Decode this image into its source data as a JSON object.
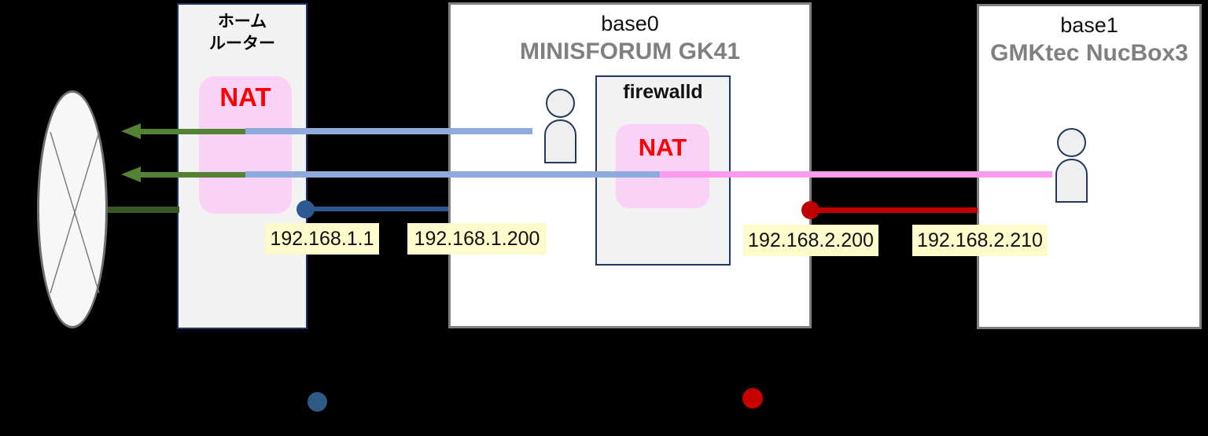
{
  "colors": {
    "background": "#000000",
    "box_border_navy": "#1F3864",
    "box_border_gray": "#808080",
    "box_fill_gray": "#F2F2F2",
    "box_fill_white": "#FFFFFF",
    "nat_fill_pink": "#FBD2F7",
    "nat_text_red": "#FF0000",
    "model_text_gray": "#808080",
    "arrow_green": "#548235",
    "line_dark_green": "#385723",
    "line_light_blue": "#8FAADC",
    "line_dark_blue": "#2E5A94",
    "line_pink": "#FB9BF0",
    "line_red": "#C00000",
    "label_yellow": "#FDFACB"
  },
  "home_router": {
    "title_line1": "ホーム",
    "title_line2": "ルーター",
    "nat_label": "NAT"
  },
  "base0": {
    "hostname": "base0",
    "model": "MINISFORUM GK41",
    "firewalld": {
      "title": "firewalld",
      "nat_label": "NAT"
    }
  },
  "base1": {
    "hostname": "base1",
    "model": "GMKtec NucBox3"
  },
  "ip_labels": {
    "router_lan": "192.168.1.1",
    "base0_wan": "192.168.1.200",
    "base0_lan": "192.168.2.200",
    "base1_addr": "192.168.2.210"
  }
}
